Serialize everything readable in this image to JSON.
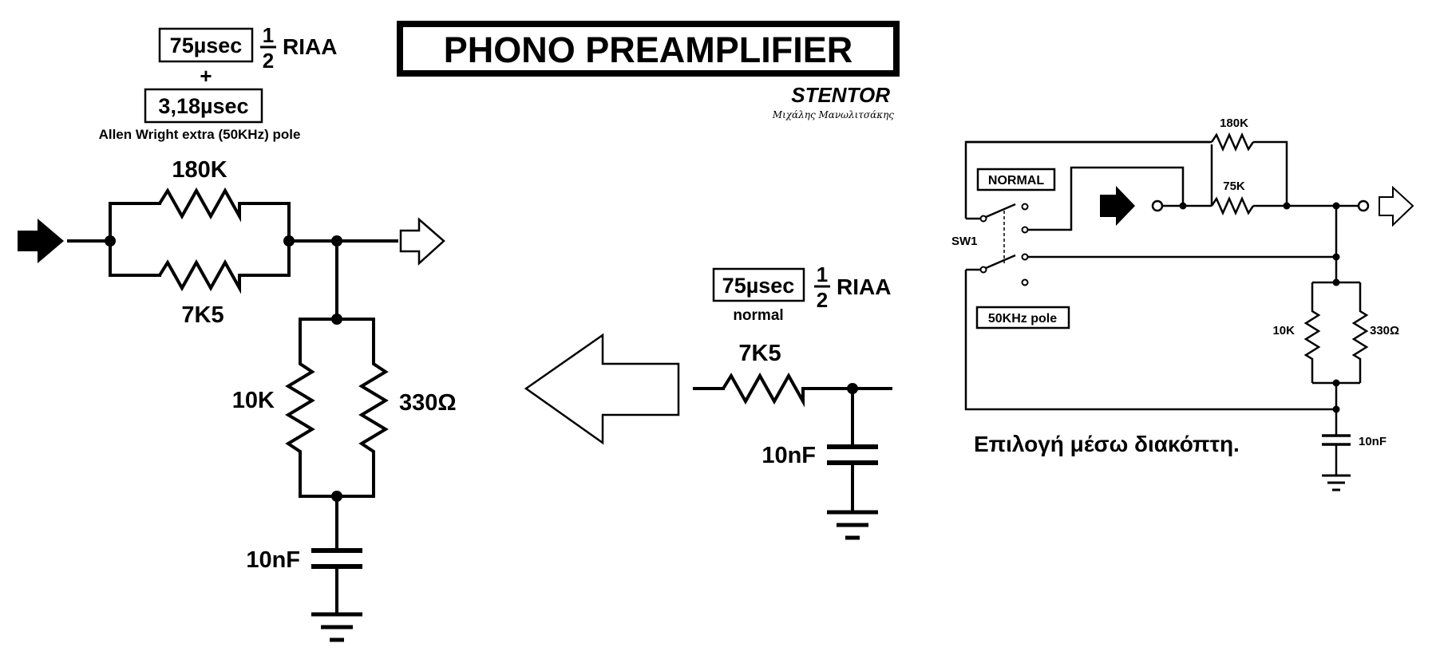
{
  "title": "PHONO PREAMPLIFIER",
  "brand": {
    "name": "STENTOR",
    "signature": "Μιχάλης Μανωλιτσάκης"
  },
  "left_circuit": {
    "tc1_value": "75µsec",
    "tc1_frac_num": "1",
    "tc1_frac_den": "2",
    "tc1_label": "RIAA",
    "plus": "+",
    "tc2_value": "3,18µsec",
    "pole_note": "Allen Wright extra (50KHz) pole",
    "r_top": "180K",
    "r_bottom": "7K5",
    "r_shunt_a": "10K",
    "r_shunt_b": "330Ω",
    "cap": "10nF"
  },
  "middle_circuit": {
    "tc_value": "75µsec",
    "tc_frac_num": "1",
    "tc_frac_den": "2",
    "tc_label": "RIAA",
    "tc_note": "normal",
    "r_series": "7K5",
    "cap": "10nF"
  },
  "right_circuit": {
    "r_top": "180K",
    "r_series": "75K",
    "switch_label": "SW1",
    "pos_normal": "NORMAL",
    "pos_pole": "50KHz pole",
    "r_shunt_a": "10K",
    "r_shunt_b": "330Ω",
    "cap": "10nF",
    "caption": "Επιλογή μέσω διακόπτη."
  },
  "icons": [
    "input-arrow-icon",
    "output-arrow-icon",
    "resistor-icon",
    "capacitor-icon",
    "ground-icon",
    "switch-icon",
    "big-left-arrow-icon"
  ]
}
